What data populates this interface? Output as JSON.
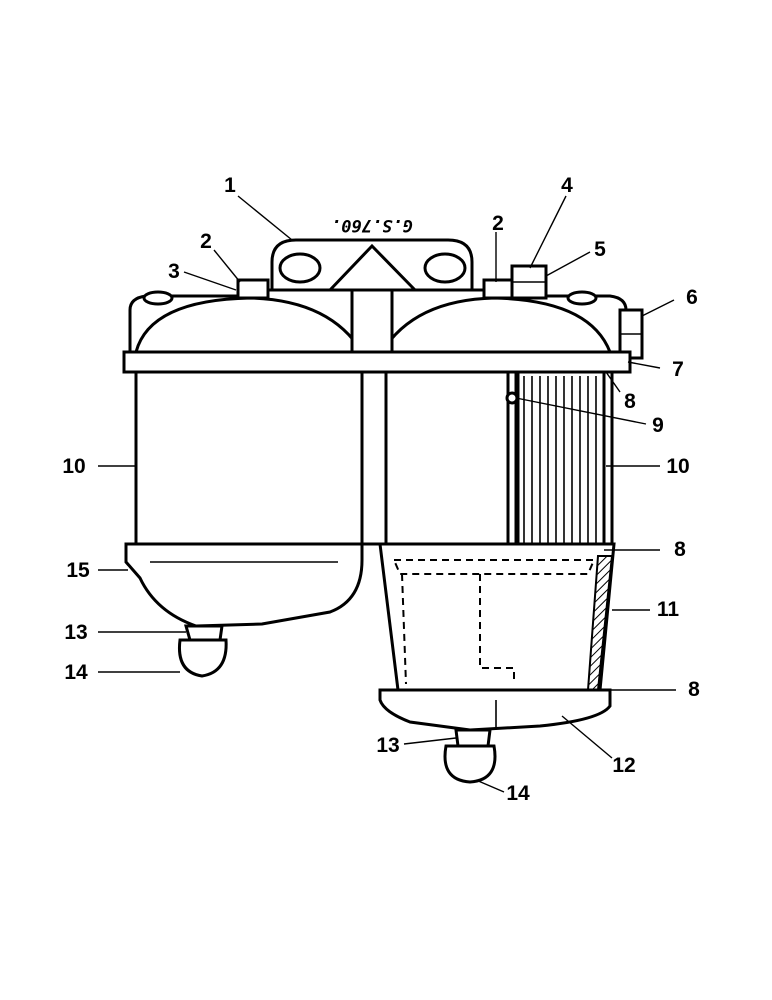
{
  "diagram": {
    "stamp": "G.S.760.",
    "callouts": [
      {
        "id": "c1",
        "text": "1"
      },
      {
        "id": "c2a",
        "text": "2"
      },
      {
        "id": "c2b",
        "text": "2"
      },
      {
        "id": "c3",
        "text": "3"
      },
      {
        "id": "c4",
        "text": "4"
      },
      {
        "id": "c5",
        "text": "5"
      },
      {
        "id": "c6",
        "text": "6"
      },
      {
        "id": "c7",
        "text": "7"
      },
      {
        "id": "c8a",
        "text": "8"
      },
      {
        "id": "c9",
        "text": "9"
      },
      {
        "id": "c10a",
        "text": "10"
      },
      {
        "id": "c10b",
        "text": "10"
      },
      {
        "id": "c8b",
        "text": "8"
      },
      {
        "id": "c15",
        "text": "15"
      },
      {
        "id": "c11",
        "text": "11"
      },
      {
        "id": "c13a",
        "text": "13"
      },
      {
        "id": "c14a",
        "text": "14"
      },
      {
        "id": "c8c",
        "text": "8"
      },
      {
        "id": "c13b",
        "text": "13"
      },
      {
        "id": "c12",
        "text": "12"
      },
      {
        "id": "c14b",
        "text": "14"
      }
    ]
  }
}
